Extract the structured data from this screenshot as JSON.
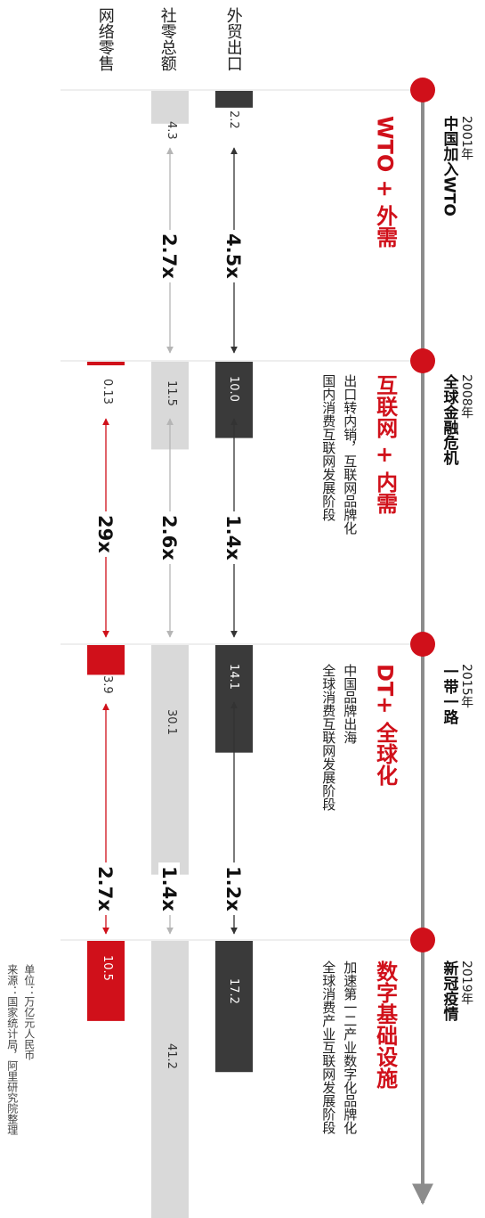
{
  "columns": {
    "export": "外贸出口",
    "retail": "社零总额",
    "online": "网络零售"
  },
  "colors": {
    "accent": "#d0101a",
    "export_bar": "#3a3a3a",
    "retail_bar": "#d9d9d9",
    "online_bar": "#d0101a",
    "timeline": "#8c8c8c"
  },
  "milestones": [
    {
      "year": "2001年",
      "event": "中国加入WTO",
      "headline": "WTO + 外需",
      "desc": []
    },
    {
      "year": "2008年",
      "event": "全球金融危机",
      "headline": "互联网 + 内需",
      "desc": [
        "出口转内销，互联网品牌化",
        "国内消费互联网发展阶段"
      ]
    },
    {
      "year": "2015年",
      "event": "一带一路",
      "headline": "DT+ 全球化",
      "desc": [
        "中国品牌出海",
        "全球消费互联网发展阶段"
      ]
    },
    {
      "year": "2019年",
      "event": "新冠疫情",
      "headline": "数字基础设施",
      "desc": [
        "加速第一二产业数字化品牌化",
        "全球消费产业互联网发展阶段"
      ]
    }
  ],
  "multipliers": {
    "export": [
      "4.5x",
      "1.4x",
      "1.2x"
    ],
    "retail": [
      "2.7x",
      "2.6x",
      "1.4x"
    ],
    "online": [
      "29x",
      "2.7x"
    ]
  },
  "footnote": {
    "unit": "单位：万亿元人民币",
    "source": "来源：国家统计局，阿里研究院整理"
  },
  "chart_data": {
    "type": "bar",
    "unit": "万亿元人民币",
    "categories": [
      "2001年",
      "2008年",
      "2015年",
      "2019年"
    ],
    "series": [
      {
        "name": "外贸出口",
        "values": [
          2.2,
          10.0,
          14.1,
          17.2
        ],
        "labels": [
          "2.2",
          "10.0",
          "14.1",
          "17.2"
        ]
      },
      {
        "name": "社零总额",
        "values": [
          4.3,
          11.5,
          30.1,
          41.2
        ],
        "labels": [
          "4.3",
          "11.5",
          "30.1",
          "41.2"
        ]
      },
      {
        "name": "网络零售",
        "values": [
          null,
          0.13,
          3.9,
          10.5
        ],
        "labels": [
          null,
          "0.13",
          "3.9",
          "10.5"
        ]
      }
    ]
  }
}
